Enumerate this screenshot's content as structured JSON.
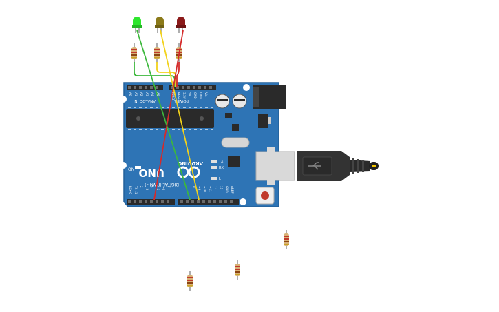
{
  "board": {
    "brand": "ARDUINO",
    "model": "UNO",
    "power_header_label": "POWER",
    "analog_header_label": "ANALOG IN",
    "digital_header_label": "DIGITAL (PWM~)",
    "on_label": "ON",
    "tx_label": "TX",
    "rx_label": "RX",
    "l_label": "L",
    "pin_labels_analog": [
      "A0",
      "A1",
      "A2",
      "A3",
      "A4",
      "A5"
    ],
    "pin_labels_power": [
      "IOREF",
      "RESET",
      "3.3V",
      "5V",
      "GND",
      "GND",
      "Vin"
    ],
    "pin_labels_digital_top": [
      "AREF",
      "GND",
      "13",
      "12",
      "~11",
      "~10",
      "~9",
      "8"
    ],
    "pin_labels_digital_bottom": [
      "7",
      "~6",
      "~5",
      "4",
      "~3",
      "2",
      "TX→1",
      "RX←0"
    ]
  },
  "leds": [
    {
      "name": "green-led",
      "color": "#2ee62e"
    },
    {
      "name": "yellow-led",
      "color": "#8b7a1a"
    },
    {
      "name": "red-led",
      "color": "#8b1a1a"
    }
  ],
  "wires": [
    {
      "name": "green-wire",
      "color": "#3cb83c"
    },
    {
      "name": "yellow-wire",
      "color": "#f2d21b"
    },
    {
      "name": "red-wire",
      "color": "#d42a2a"
    }
  ],
  "colors": {
    "board": "#2e74b5",
    "board_edge": "#24609a",
    "header": "#2a2a2a",
    "usb_metal": "#d9d9d9",
    "cable": "#333333",
    "resistor_body": "#d8b276"
  }
}
